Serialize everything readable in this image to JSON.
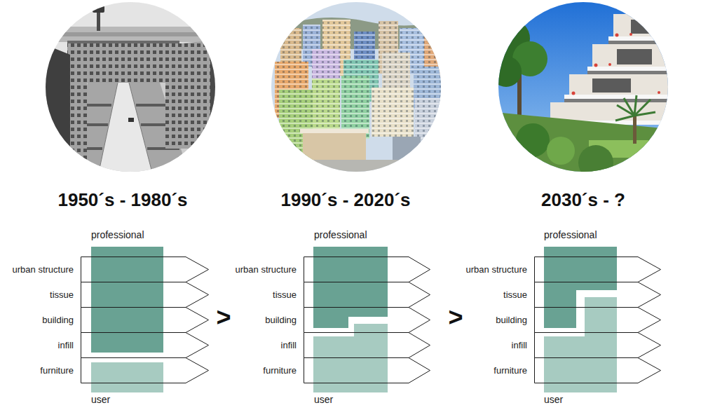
{
  "diagram": {
    "nodes": [
      {
        "text": [
          "urban structure"
        ]
      },
      {
        "text": [
          "tissue"
        ]
      },
      {
        "text": [
          "building"
        ]
      },
      {
        "text": [
          "infill"
        ]
      },
      {
        "text": [
          "furniture"
        ]
      },
      {
        "text": [
          "urban structure"
        ]
      },
      {
        "text": [
          "tissue"
        ]
      },
      {
        "text": [
          "building"
        ]
      },
      {
        "text": [
          "infill"
        ]
      },
      {
        "text": [
          "furniture"
        ]
      },
      {
        "text": [
          "urban structure"
        ]
      },
      {
        "text": [
          "tissue"
        ]
      },
      {
        "text": [
          "building"
        ]
      },
      {
        "text": [
          "infill"
        ]
      },
      {
        "text": [
          "furniture"
        ]
      }
    ],
    "labels": [
      "1950´s - 1980´s",
      "1990´s - 2020´s",
      "2030´s - ?",
      "professional",
      "professional",
      "professional",
      ">",
      ">",
      "user",
      "user",
      "user"
    ]
  }
}
